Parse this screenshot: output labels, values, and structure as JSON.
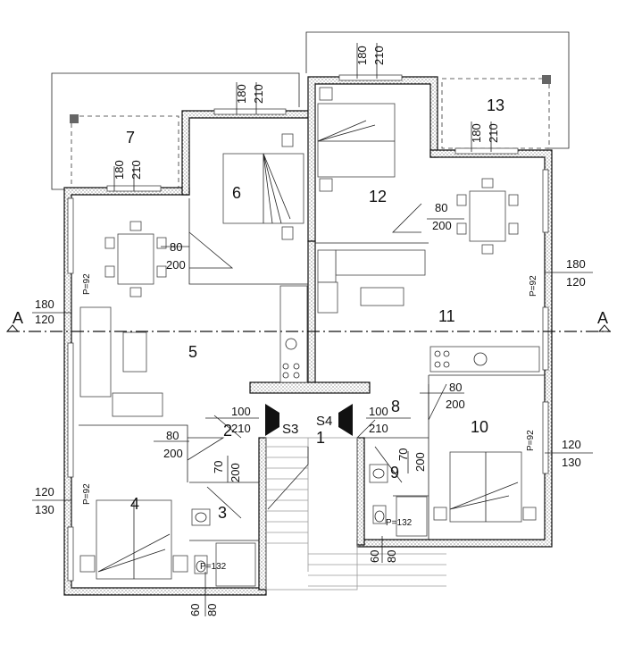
{
  "rooms": {
    "r1": "1",
    "r2": "2",
    "r3": "3",
    "r4": "4",
    "r5": "5",
    "r6": "6",
    "r7": "7",
    "r8": "8",
    "r9": "9",
    "r10": "10",
    "r11": "11",
    "r12": "12",
    "r13": "13"
  },
  "section": {
    "label_left": "A",
    "label_right": "A"
  },
  "stairs": {
    "s3": "S3",
    "s4": "S4"
  },
  "dims": {
    "d180": "180",
    "d210": "210",
    "d80": "80",
    "d200": "200",
    "d120": "120",
    "d130": "130",
    "d100": "100",
    "d70": "70",
    "d60": "60"
  },
  "windows": {
    "p92": "P=92"
  },
  "wc": {
    "p132": "P=132"
  }
}
